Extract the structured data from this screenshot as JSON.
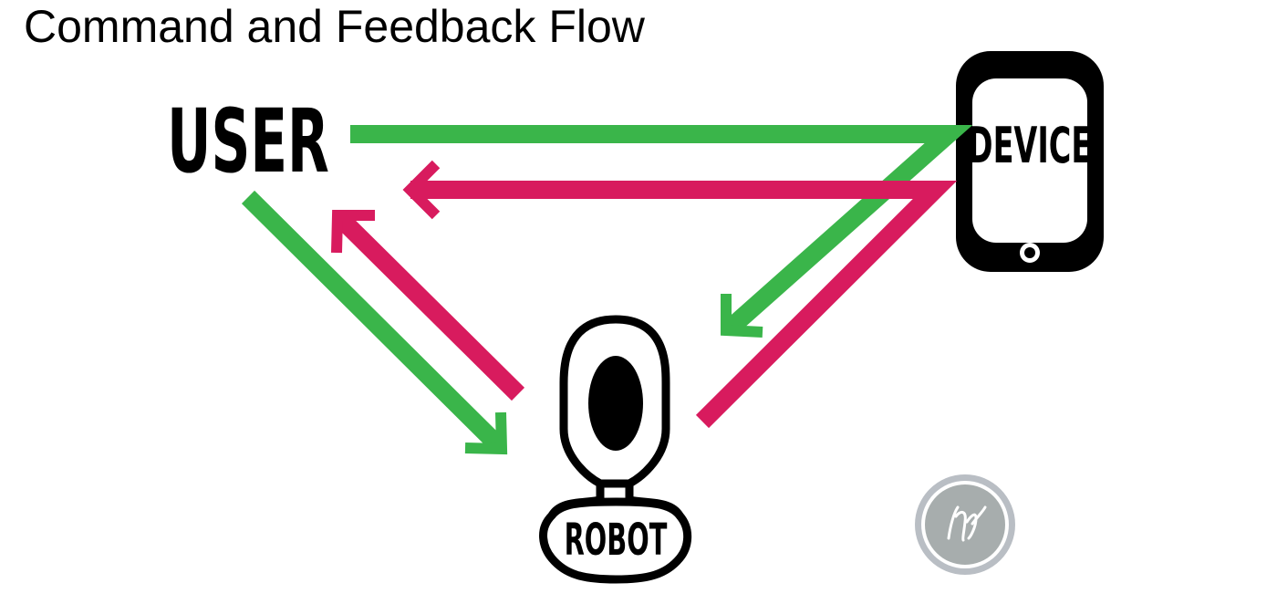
{
  "title": "Command and Feedback Flow",
  "nodes": {
    "user": "USER",
    "device": "DEVICE",
    "robot": "ROBOT"
  },
  "colors": {
    "command": "#3ab54a",
    "feedback": "#d81b5e",
    "ink": "#000000",
    "logo_fill": "#a7adad",
    "logo_ring": "#b9bec4"
  },
  "logo_lettering": "NW"
}
